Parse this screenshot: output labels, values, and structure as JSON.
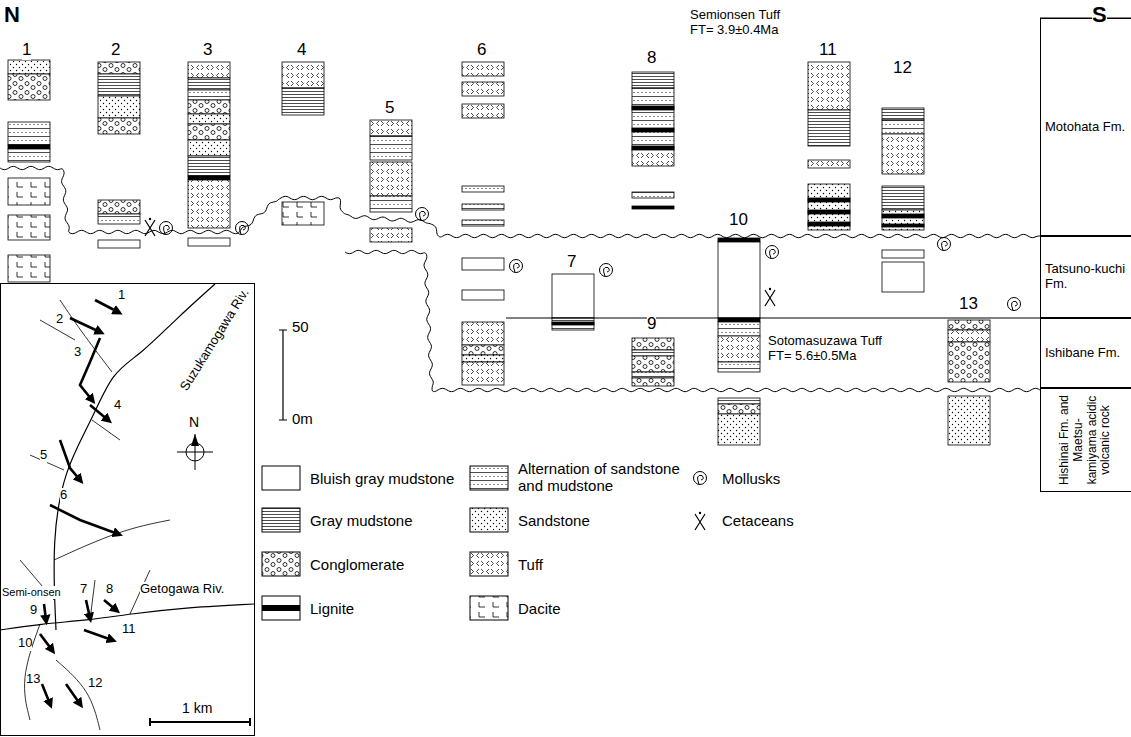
{
  "diagram": {
    "nodes": [
      {
        "text": [
          "Motohata Fm."
        ]
      },
      {
        "text": [
          "Tatsuno-kuchi Fm."
        ]
      },
      {
        "text": [
          "Ishibane Fm."
        ]
      },
      {
        "text": [
          "Hishinai Fm. and Maetsu-kamiyama acidic volcanic rock"
        ]
      }
    ],
    "labels": [
      "N",
      "S",
      "1",
      "2",
      "3",
      "4",
      "5",
      "6",
      "7",
      "8",
      "9",
      "10",
      "11",
      "12",
      "13",
      "Semionsen Tuff FT= 3.9±0.4Ma",
      "Sotomasuzawa Tuff FT= 5.6±0.5Ma",
      "50",
      "0m",
      "N",
      "Suzukamogawa Riv.",
      "Getogawa Riv.",
      "Semi-onsen",
      "1 km",
      "1",
      "2",
      "3",
      "4",
      "5",
      "6",
      "7",
      "8",
      "9",
      "10",
      "11",
      "12",
      "13"
    ],
    "legend": [
      {
        "text": "Bluish gray mudstone"
      },
      {
        "text": "Gray mudstone"
      },
      {
        "text": "Conglomerate"
      },
      {
        "text": "Lignite"
      },
      {
        "text": "Alternation of sandstone and mudstone"
      },
      {
        "text": "Sandstone"
      },
      {
        "text": "Tuff"
      },
      {
        "text": "Dacite"
      },
      {
        "text": "Mollusks"
      },
      {
        "text": "Cetaceans"
      }
    ]
  }
}
